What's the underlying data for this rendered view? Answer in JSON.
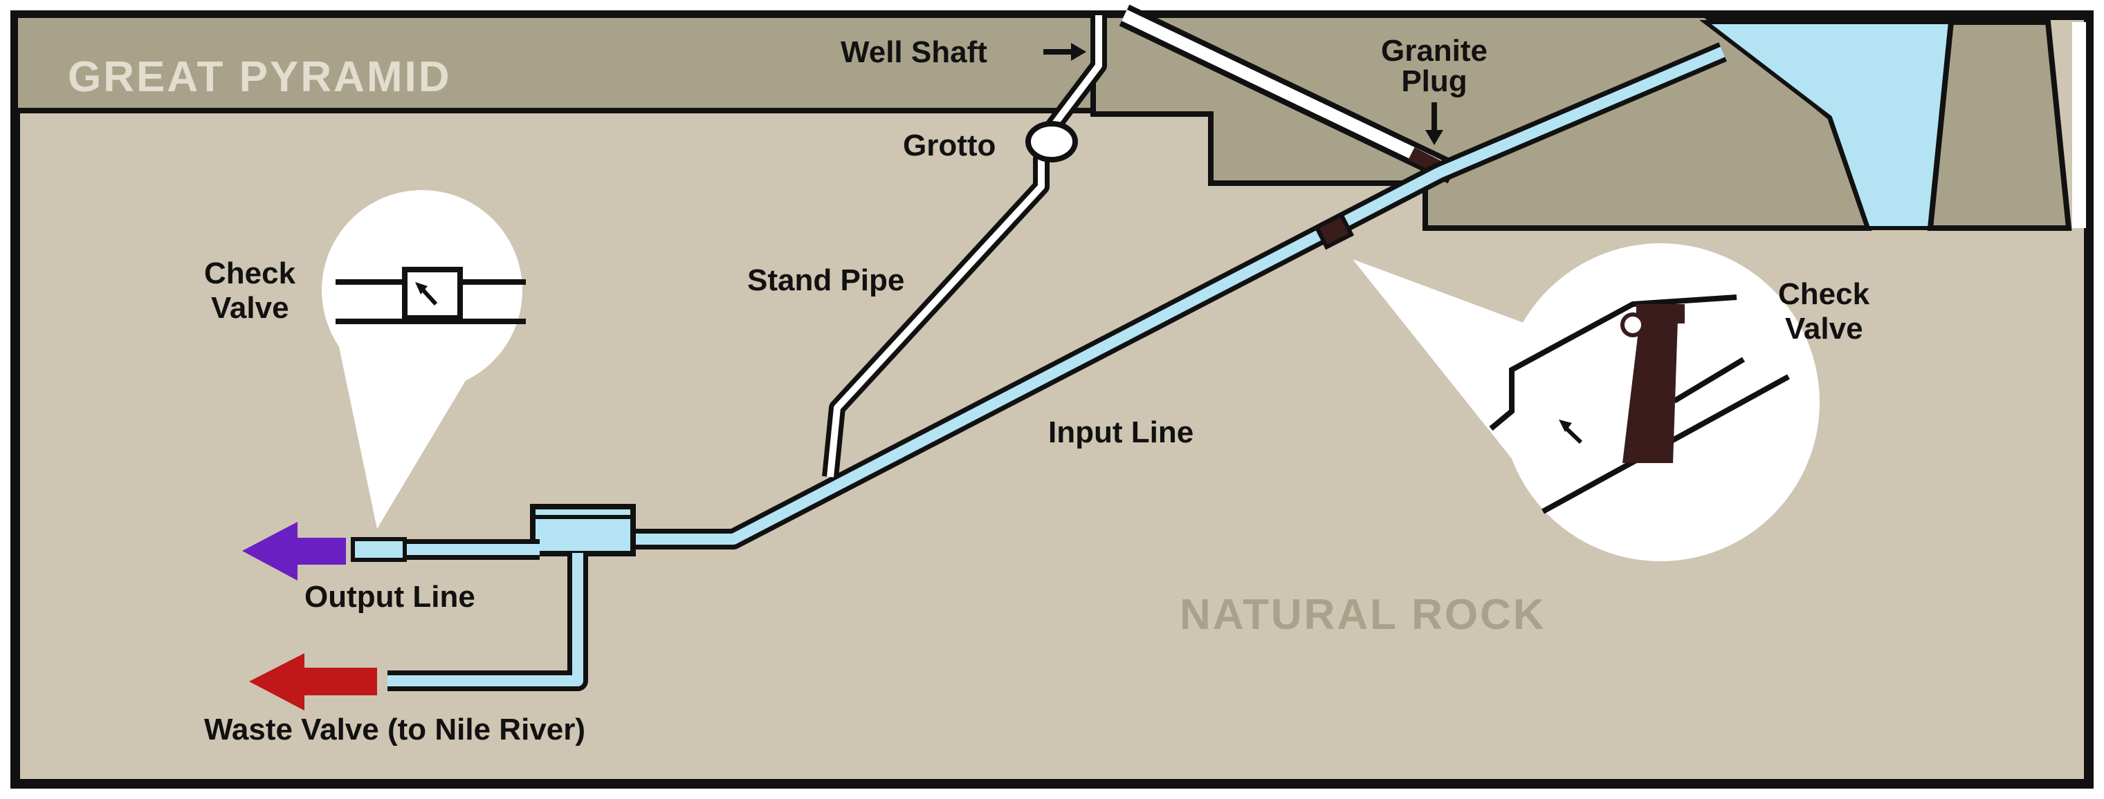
{
  "regions": {
    "pyramid": "GREAT PYRAMID",
    "rock": "NATURAL ROCK"
  },
  "labels": {
    "well_shaft": "Well Shaft",
    "granite_plug_1": "Granite",
    "granite_plug_2": "Plug",
    "grotto": "Grotto",
    "stand_pipe": "Stand Pipe",
    "input_line": "Input Line",
    "check_valve_left_1": "Check",
    "check_valve_left_2": "Valve",
    "check_valve_right_1": "Check",
    "check_valve_right_2": "Valve",
    "output_line": "Output Line",
    "waste_valve": "Waste Valve (to Nile River)"
  },
  "colors": {
    "rock": "#cfc5b3",
    "pyramid": "#a9a28a",
    "water": "#b4e4f4",
    "outline": "#111111",
    "output_arrow": "#6a1fc2",
    "waste_arrow": "#c01818",
    "valve_flap": "#3a1c1c"
  }
}
